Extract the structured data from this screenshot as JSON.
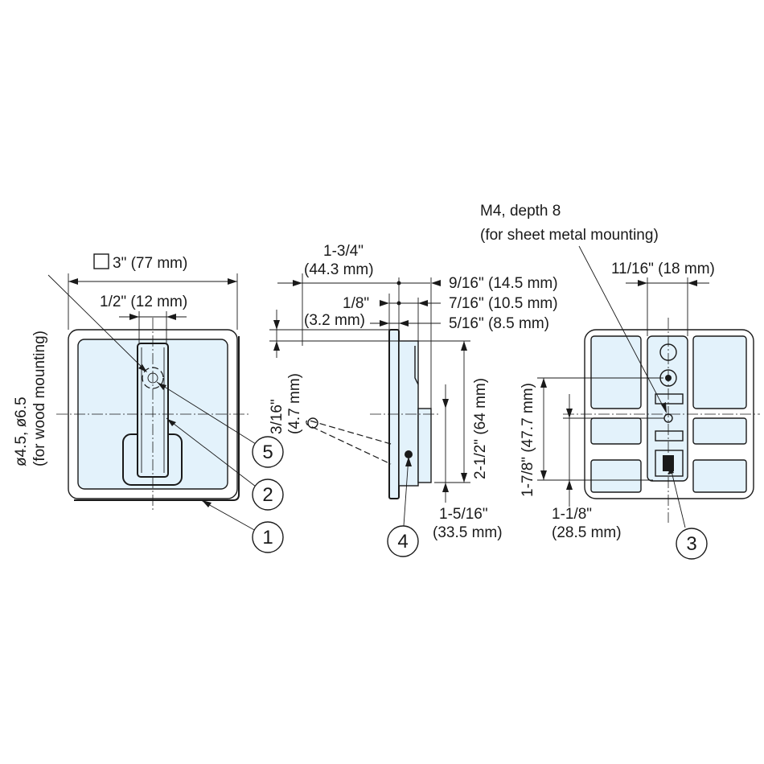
{
  "front_view": {
    "overall_size": "3\" (77 mm)",
    "handle_width": "1/2\" (12 mm)",
    "hole_line1": "ø4.5, ø6.5",
    "hole_line2": "(for wood mounting)"
  },
  "side_view": {
    "depth_line1": "1-3/4\"",
    "depth_line2": "(44.3 mm)",
    "dim_9_16": "9/16\" (14.5 mm)",
    "dim_1_8": "1/8\"",
    "dim_3_2": "(3.2 mm)",
    "dim_7_16": "7/16\" (10.5 mm)",
    "dim_5_16": "5/16\" (8.5 mm)",
    "dim_3_16_line1": "3/16\"",
    "dim_3_16_line2": "(4.7 mm)",
    "height": "2-1/2\" (64 mm)",
    "dim_1_5_16_line1": "1-5/16\"",
    "dim_1_5_16_line2": "(33.5 mm)"
  },
  "rear_view": {
    "thread_line1": "M4, depth 8",
    "thread_line2": "(for sheet metal mounting)",
    "dim_11_16": "11/16\" (18 mm)",
    "dim_1_7_8": "1-7/8\" (47.7 mm)",
    "dim_1_1_8_line1": "1-1/8\"",
    "dim_1_1_8_line2": "(28.5 mm)"
  },
  "callouts": [
    "1",
    "2",
    "3",
    "4",
    "5"
  ],
  "colors": {
    "fill": "#e3f2fb",
    "line": "#1a1a1a"
  }
}
